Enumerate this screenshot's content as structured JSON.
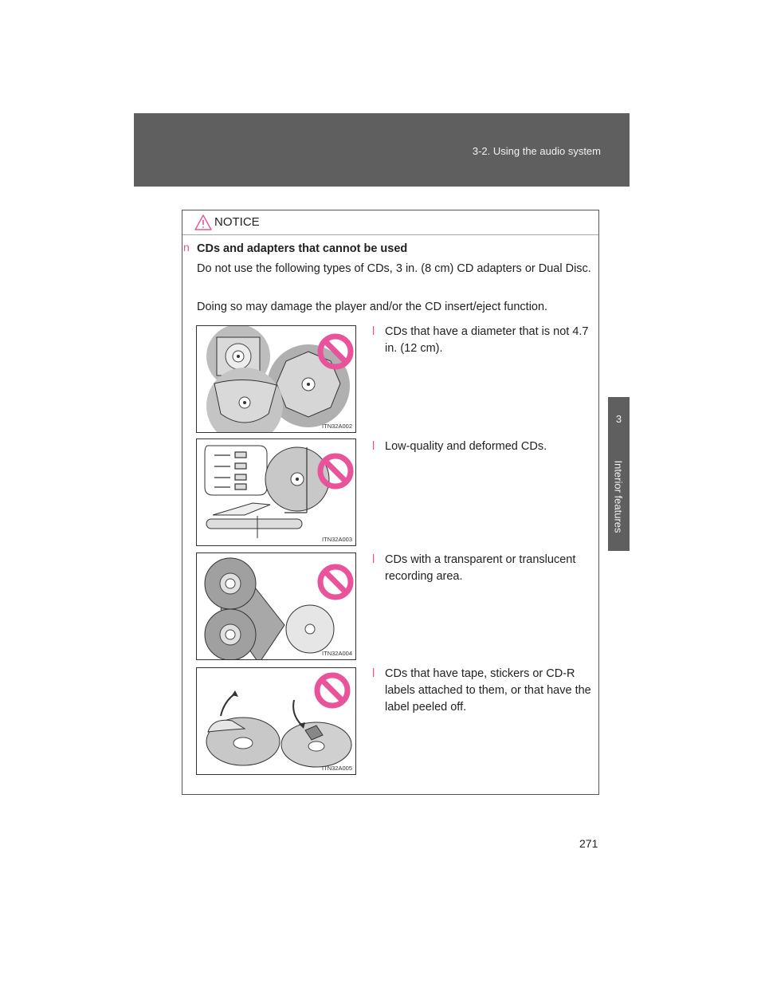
{
  "header": {
    "section_title": "3-2. Using the audio system"
  },
  "side_tab": {
    "number": "3",
    "label": "Interior features"
  },
  "notice": {
    "label": "NOTICE",
    "bullet": "n",
    "heading": "CDs and adapters that cannot be used",
    "paragraphs": [
      "Do not use the following types of CDs, 3 in. (8 cm) CD adapters or Dual Disc.",
      "Doing so may damage the player and/or the CD insert/eject function."
    ],
    "items": [
      {
        "marker": "l",
        "text": "CDs that have a diameter that is not 4.7 in. (12 cm).",
        "figure_code": "ITN32A002"
      },
      {
        "marker": "l",
        "text": "Low-quality and deformed CDs.",
        "figure_code": "ITN32A003"
      },
      {
        "marker": "l",
        "text": "CDs with a transparent or translucent recording area.",
        "figure_code": "ITN32A004"
      },
      {
        "marker": "l",
        "text": "CDs that have tape, stickers or CD-R labels attached to them, or that have the label peeled off.",
        "figure_code": "ITN32A005"
      }
    ]
  },
  "page_number": "271",
  "colors": {
    "accent": "#e8539a",
    "band": "#5f5f5f"
  }
}
